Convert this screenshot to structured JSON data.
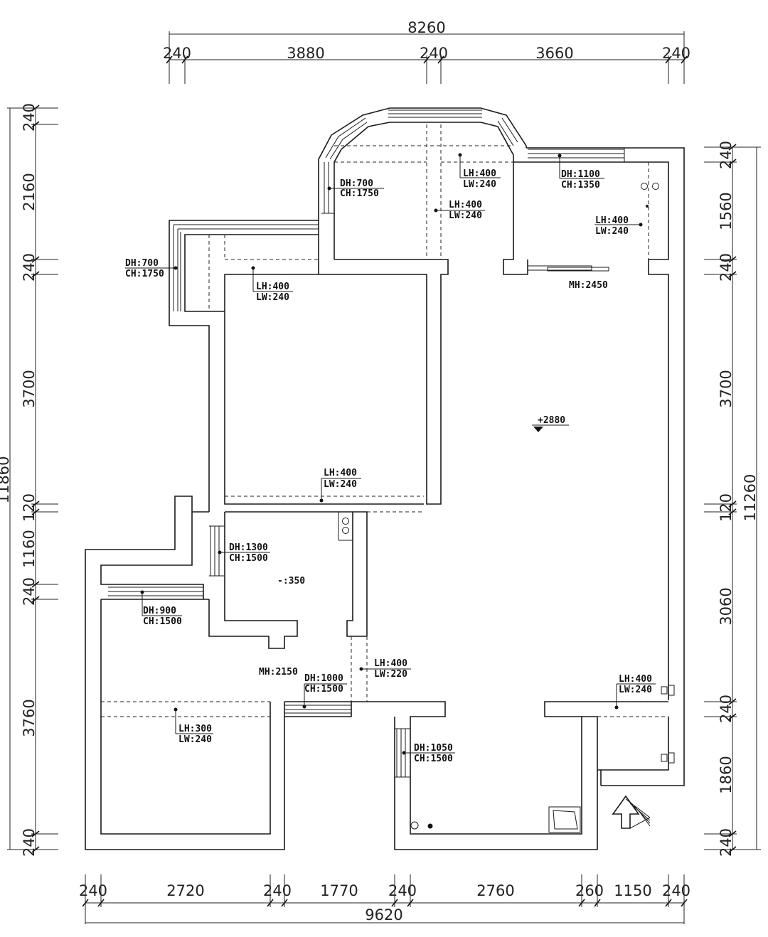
{
  "dimensions": {
    "top_total": "8260",
    "top_segments": [
      "240",
      "3880",
      "240",
      "3660",
      "240"
    ],
    "bottom_total": "9620",
    "bottom_segments": [
      "240",
      "2720",
      "240",
      "1770",
      "240",
      "2760",
      "260",
      "1150",
      "240"
    ],
    "left_total": "11860",
    "left_segments": [
      "240",
      "2160",
      "240",
      "3700",
      "120",
      "1160",
      "240",
      "3760",
      "240"
    ],
    "right_total": "11260",
    "right_segments": [
      "240",
      "1560",
      "240",
      "3700",
      "120",
      "3060",
      "240",
      "1860",
      "240"
    ]
  },
  "annotations": [
    {
      "line1": "DH:700",
      "line2": "CH:1750"
    },
    {
      "line1": "LH:400",
      "line2": "LW:240"
    },
    {
      "line1": "LH:400",
      "line2": "LW:240"
    },
    {
      "line1": "DH:1100",
      "line2": "CH:1350"
    },
    {
      "line1": "LH:400",
      "line2": "LW:240"
    },
    {
      "line1": "DH:700",
      "line2": "CH:1750"
    },
    {
      "line1": "LH:400",
      "line2": "LW:240"
    },
    {
      "line1": "LH:400",
      "line2": "LW:240"
    },
    {
      "line1": "DH:1300",
      "line2": "CH:1500"
    },
    {
      "line1": "DH:900",
      "line2": "CH:1500"
    },
    {
      "line1": "LH:400",
      "line2": "LW:220"
    },
    {
      "line1": "DH:1000",
      "line2": "CH:1500"
    },
    {
      "line1": "LH:300",
      "line2": "LW:240"
    },
    {
      "line1": "DH:1050",
      "line2": "CH:1500"
    },
    {
      "line1": "LH:400",
      "line2": "LW:240"
    }
  ],
  "labels": {
    "mh_top": "MH:2450",
    "mh_left": "MH:2150",
    "floor_level": "+2880",
    "kitchen_level": "-:350"
  }
}
